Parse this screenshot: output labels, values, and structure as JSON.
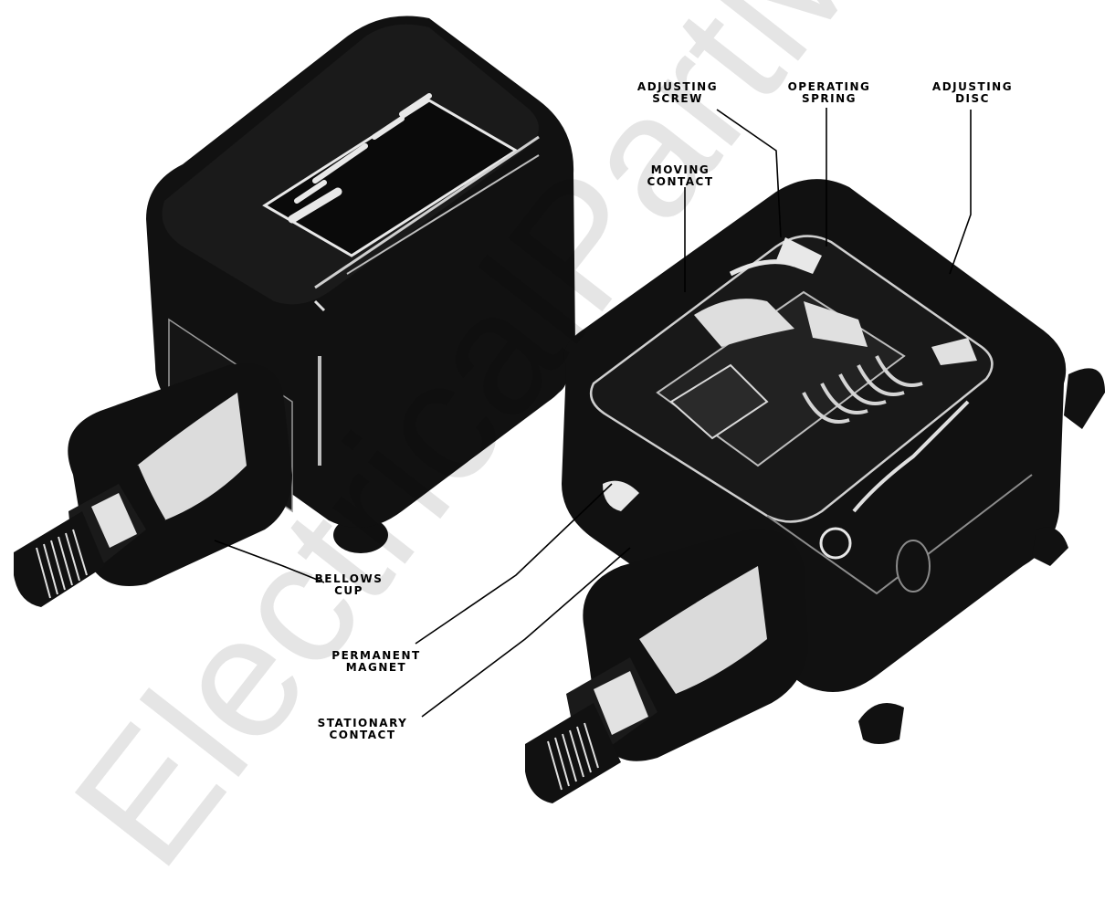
{
  "labels": {
    "adjusting_screw": "ADJUSTING\nSCREW",
    "operating_spring": "OPERATING\nSPRING",
    "adjusting_disc": "ADJUSTING\nDISC",
    "moving_contact": "MOVING\nCONTACT",
    "bellows_cup": "BELLOWS\nCUP",
    "permanent_magnet": "PERMANENT\nMAGNET",
    "stationary_contact": "STATIONARY\nCONTACT"
  },
  "watermark": "ElectricalPartManuals",
  "colors": {
    "ink": "#111111",
    "paper": "#ffffff",
    "highlight": "#e8e8e8"
  },
  "icons": {
    "switch_closed": "pressure-switch-enclosed-illustration",
    "switch_open": "pressure-switch-open-illustration"
  }
}
